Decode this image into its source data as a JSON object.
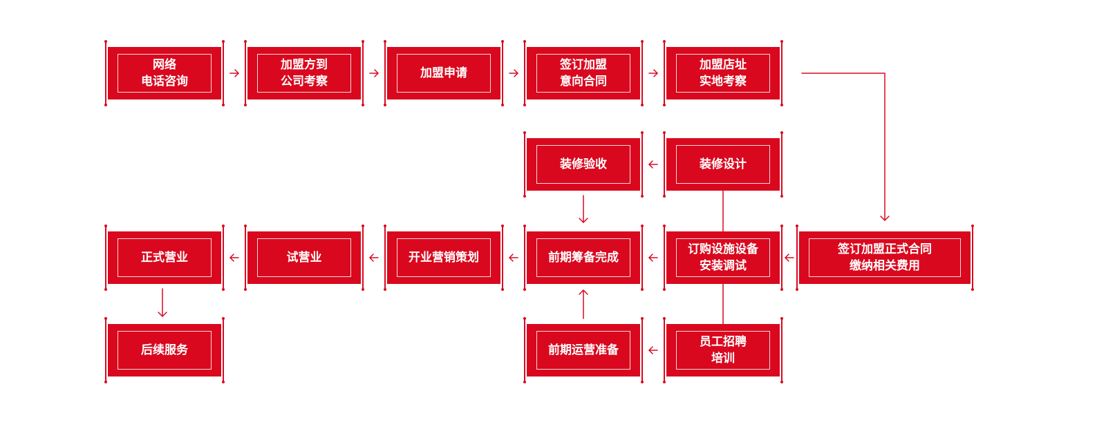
{
  "colors": {
    "accent": "#d9081e",
    "text": "#ffffff",
    "background": "#ffffff"
  },
  "nodes": [
    {
      "id": "online-consult",
      "label": "网络\n电话咨询"
    },
    {
      "id": "visit-company",
      "label": "加盟方到\n公司考察"
    },
    {
      "id": "apply",
      "label": "加盟申请"
    },
    {
      "id": "sign-intent",
      "label": "签订加盟\n意向合同"
    },
    {
      "id": "site-survey",
      "label": "加盟店址\n实地考察"
    },
    {
      "id": "sign-contract",
      "label": "签订加盟正式合同\n缴纳相关费用"
    },
    {
      "id": "purchase-install",
      "label": "订购设施设备\n安装调试"
    },
    {
      "id": "decoration-design",
      "label": "装修设计"
    },
    {
      "id": "decoration-check",
      "label": "装修验收"
    },
    {
      "id": "staff-training",
      "label": "员工招聘\n培训"
    },
    {
      "id": "pre-operation",
      "label": "前期运营准备"
    },
    {
      "id": "preparation-done",
      "label": "前期筹备完成"
    },
    {
      "id": "opening-plan",
      "label": "开业营销策划"
    },
    {
      "id": "trial-operation",
      "label": "试营业"
    },
    {
      "id": "official-operation",
      "label": "正式营业"
    },
    {
      "id": "follow-up",
      "label": "后续服务"
    }
  ],
  "edges": [
    {
      "from": "online-consult",
      "to": "visit-company"
    },
    {
      "from": "visit-company",
      "to": "apply"
    },
    {
      "from": "apply",
      "to": "sign-intent"
    },
    {
      "from": "sign-intent",
      "to": "site-survey"
    },
    {
      "from": "site-survey",
      "to": "sign-contract"
    },
    {
      "from": "sign-contract",
      "to": "purchase-install"
    },
    {
      "from": "purchase-install",
      "to": "decoration-design"
    },
    {
      "from": "decoration-design",
      "to": "decoration-check"
    },
    {
      "from": "decoration-check",
      "to": "preparation-done"
    },
    {
      "from": "purchase-install",
      "to": "staff-training"
    },
    {
      "from": "staff-training",
      "to": "pre-operation"
    },
    {
      "from": "pre-operation",
      "to": "preparation-done"
    },
    {
      "from": "purchase-install",
      "to": "preparation-done"
    },
    {
      "from": "preparation-done",
      "to": "opening-plan"
    },
    {
      "from": "opening-plan",
      "to": "trial-operation"
    },
    {
      "from": "trial-operation",
      "to": "official-operation"
    },
    {
      "from": "official-operation",
      "to": "follow-up"
    }
  ]
}
